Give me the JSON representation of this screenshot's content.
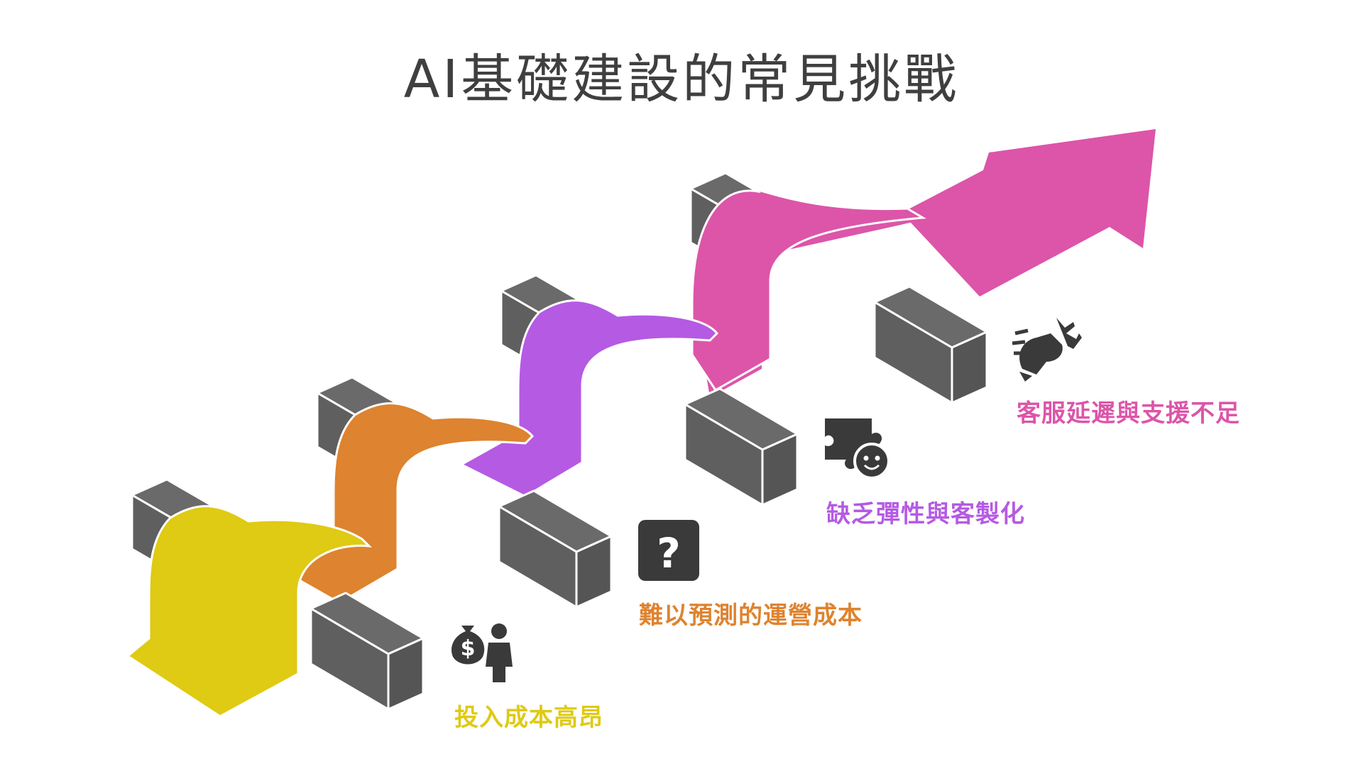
{
  "title": "AI基礎建設的常見挑戰",
  "steps": [
    {
      "label": "投入成本高昂",
      "color": "#dfca14",
      "icon": "money-bag-person-icon"
    },
    {
      "label": "難以預測的運營成本",
      "color": "#de832f",
      "icon": "question-mark-icon"
    },
    {
      "label": "缺乏彈性與客製化",
      "color": "#b55ae3",
      "icon": "puzzle-face-icon"
    },
    {
      "label": "客服延遲與支援不足",
      "color": "#dc55a9",
      "icon": "hand-fork-icon"
    }
  ],
  "colors": {
    "block_top": "#696969",
    "block_front": "#5e5e5e",
    "block_edge": "#ffffff",
    "icon": "#3a3a3a",
    "title": "#3f3f3f"
  }
}
